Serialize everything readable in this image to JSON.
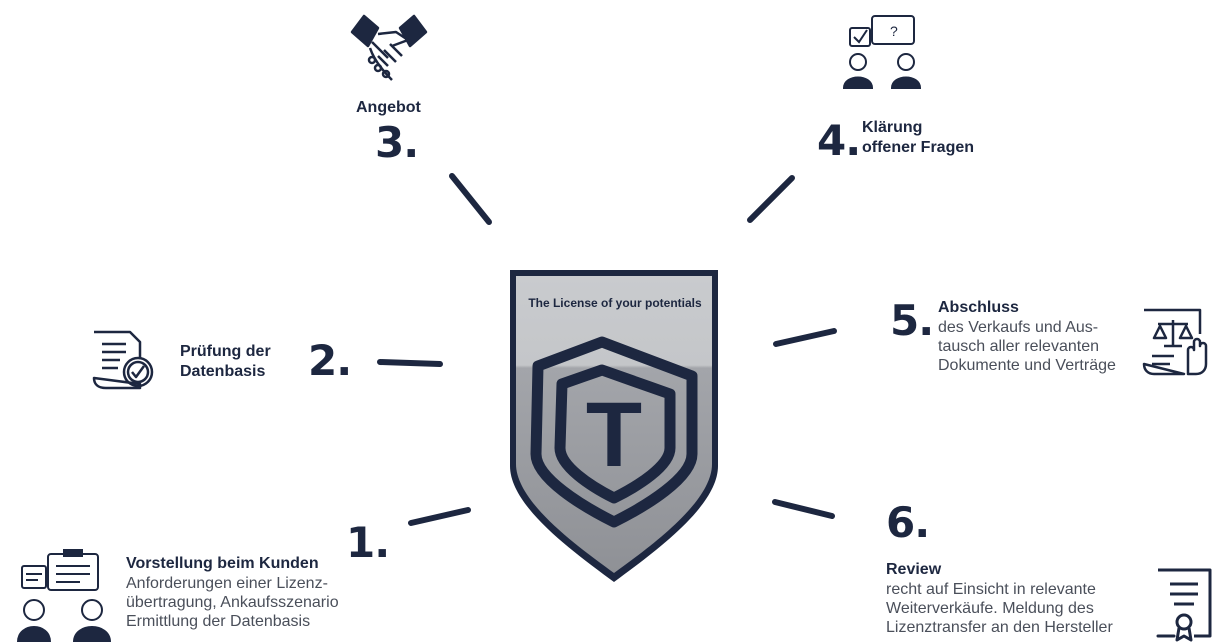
{
  "shield": {
    "tagline": "The License of your potentials",
    "letter": "T"
  },
  "steps": [
    {
      "number": "1.",
      "title": "Vorstellung beim Kunden",
      "lines": [
        "Anforderungen einer Lizenz-",
        "übertragung, Ankaufsszenario",
        "Ermittlung der Datenbasis"
      ]
    },
    {
      "number": "2.",
      "title_lines": [
        "Prüfung der",
        "Datenbasis"
      ]
    },
    {
      "number": "3.",
      "title": "Angebot"
    },
    {
      "number": "4.",
      "title_lines": [
        "Klärung",
        "offener Fragen"
      ]
    },
    {
      "number": "5.",
      "title": "Abschluss",
      "lines": [
        "des Verkaufs und Aus-",
        "tausch aller relevanten",
        "Dokumente und Verträge"
      ]
    },
    {
      "number": "6.",
      "title": "Review",
      "lines": [
        "recht auf Einsicht in relevante",
        "Weiterverkäufe. Meldung des",
        "Lizenztransfer an den Hersteller"
      ]
    }
  ],
  "icons": {
    "step1": "meeting-icon",
    "step2": "document-check-icon",
    "step3": "handshake-icon",
    "step4": "question-discussion-icon",
    "step5": "contract-law-icon",
    "step6": "certificate-icon"
  },
  "colors": {
    "navy": "#1d2740",
    "shield_top": "#c8cacd",
    "shield_bottom": "#9c9ea3",
    "body_text": "#4a4f5a"
  }
}
